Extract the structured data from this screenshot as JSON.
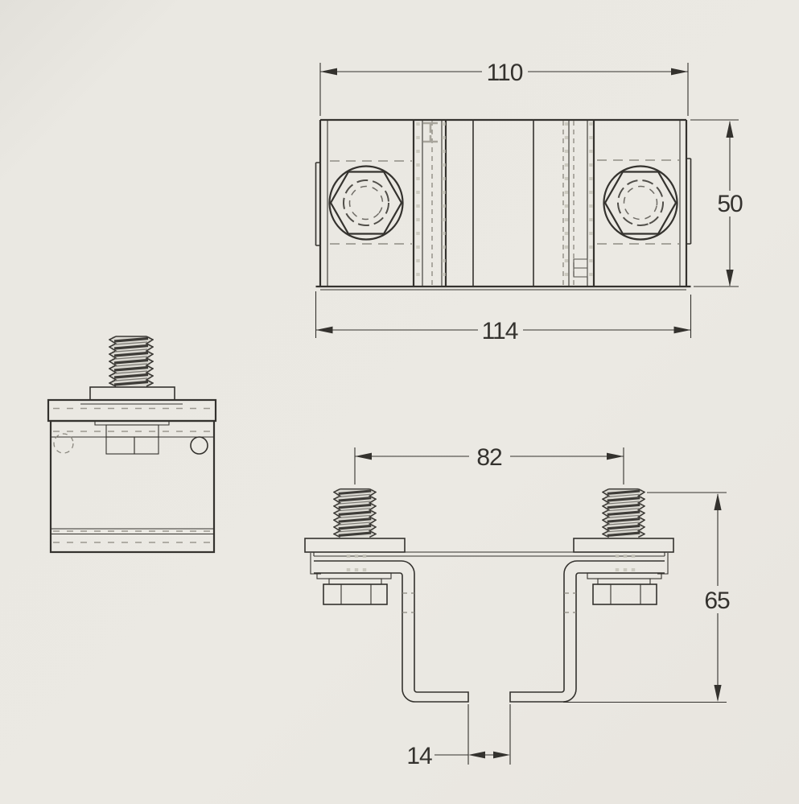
{
  "page": {
    "background": "#eae8e2",
    "ink": "#34322e",
    "ink_soft": "#908d85"
  },
  "drawing": {
    "dimensions": {
      "top_view": {
        "width_top": "110",
        "height_right": "50",
        "width_bottom": "114"
      },
      "front_view": {
        "stud_spacing": "82",
        "overall_height": "65",
        "slot_gap": "14"
      }
    }
  }
}
